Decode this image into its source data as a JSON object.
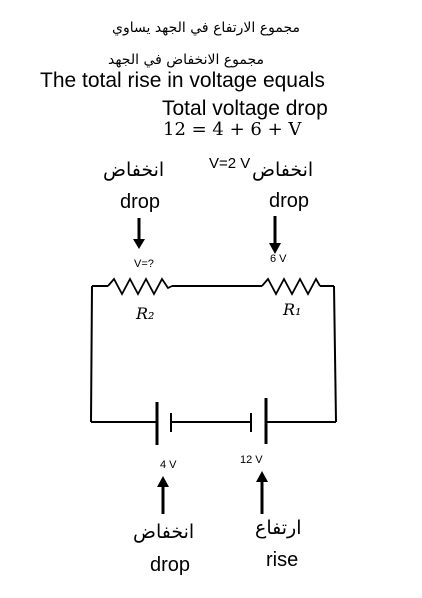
{
  "header": {
    "arabic_total_rise": "مجموع الارتفاع في الجهد يساوي",
    "arabic_total_drop": "مجموع الانخفاض في الجهد",
    "english_total_rise": "The total rise in voltage equals",
    "english_total_drop": "Total voltage drop",
    "equation": "12 = 4 + 6 + V"
  },
  "resistors": {
    "left": {
      "name": "R₂",
      "voltage_label": "V=?",
      "arabic_label": "انخفاض",
      "english_label": "drop"
    },
    "right": {
      "name": "R₁",
      "voltage_label": "6 V",
      "arabic_label": "انخفاض",
      "english_label": "drop",
      "annotation": "V=2 V"
    }
  },
  "batteries": {
    "left": {
      "voltage_label": "4 V",
      "arabic_label": "انخفاض",
      "english_label": "drop"
    },
    "right": {
      "voltage_label": "12 V",
      "arabic_label": "ارتفاع",
      "english_label": "rise"
    }
  },
  "colors": {
    "wire": "#000000",
    "background": "#ffffff"
  }
}
